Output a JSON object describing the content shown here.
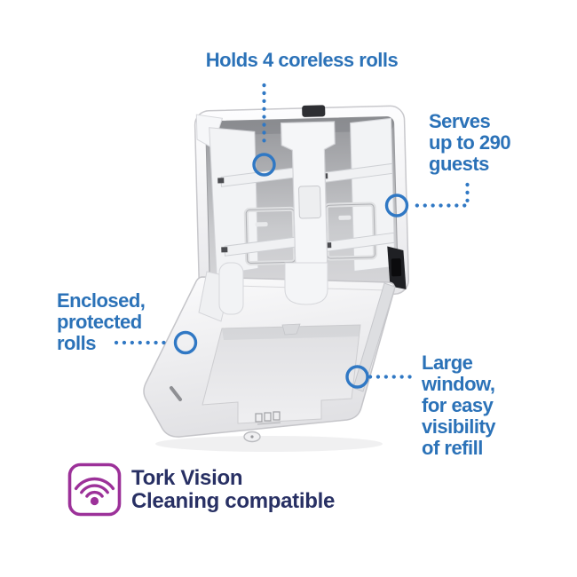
{
  "callouts": {
    "holds": {
      "text": "Holds 4 coreless rolls"
    },
    "serves": {
      "lines": [
        "Serves",
        "up to 290",
        "guests"
      ]
    },
    "enclosed": {
      "lines": [
        "Enclosed,",
        "protected",
        "rolls"
      ]
    },
    "window": {
      "lines": [
        "Large",
        "window,",
        "for easy",
        "visibility",
        "of refill"
      ]
    }
  },
  "footer": {
    "icon": "wifi-signal-icon",
    "lines": [
      "Tork Vision",
      "Cleaning compatible"
    ]
  },
  "illustration": {
    "icon": "open-dispenser-illustration"
  },
  "colors": {
    "callout_text": "#2b72b8",
    "callout_dots": "#3078c4",
    "footer_text": "#283064",
    "icon_purple": "#9c3199"
  }
}
